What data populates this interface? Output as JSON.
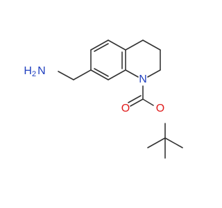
{
  "molecule": {
    "atom_labels": {
      "amine": "NH2",
      "amine_main": "N",
      "amine_h": "H",
      "amine_sub": "2",
      "ring_nitrogen": "N",
      "carbonyl_oxygen": "O",
      "ester_oxygen": "O"
    },
    "colors": {
      "bond": "#333333",
      "nitrogen": "#1f3fbf",
      "oxygen": "#e01b1b",
      "background": "#ffffff"
    }
  }
}
